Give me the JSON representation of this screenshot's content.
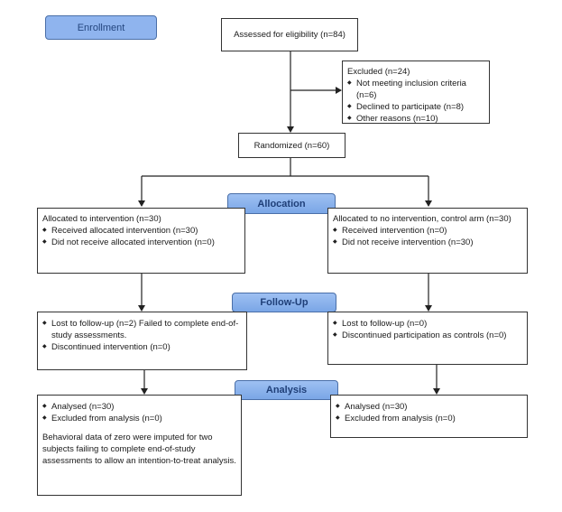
{
  "stages": {
    "enrollment": "Enrollment",
    "allocation": "Allocation",
    "followup": "Follow-Up",
    "analysis": "Analysis"
  },
  "assessed": "Assessed for eligibility (n=84)",
  "excluded": {
    "title": "Excluded (n=24)",
    "items": [
      "Not meeting inclusion criteria (n=6)",
      "Declined to participate (n=8)",
      "Other reasons (n=10)"
    ]
  },
  "randomized": "Randomized (n=60)",
  "intervention": {
    "allocation_title": "Allocated to intervention (n=30)",
    "allocation_items": [
      "Received allocated intervention (n=30)",
      "Did not receive allocated intervention (n=0)"
    ],
    "followup_items": [
      "Lost to follow-up (n=2) Failed to complete end-of-study assessments.",
      "Discontinued intervention (n=0)"
    ],
    "analysis_items": [
      "Analysed (n=30)",
      "Excluded from analysis (n=0)"
    ],
    "analysis_note": "Behavioral data of zero were imputed for two subjects failing to complete end-of-study assessments to allow an intention-to-treat analysis."
  },
  "control": {
    "allocation_title": "Allocated to no intervention, control arm (n=30)",
    "allocation_items": [
      "Received intervention (n=0)",
      "Did not receive intervention (n=30)"
    ],
    "followup_items": [
      "Lost to follow-up (n=0)",
      "Discontinued participation as controls (n=0)"
    ],
    "analysis_items": [
      "Analysed (n=30)",
      "Excluded from analysis (n=0)"
    ]
  }
}
